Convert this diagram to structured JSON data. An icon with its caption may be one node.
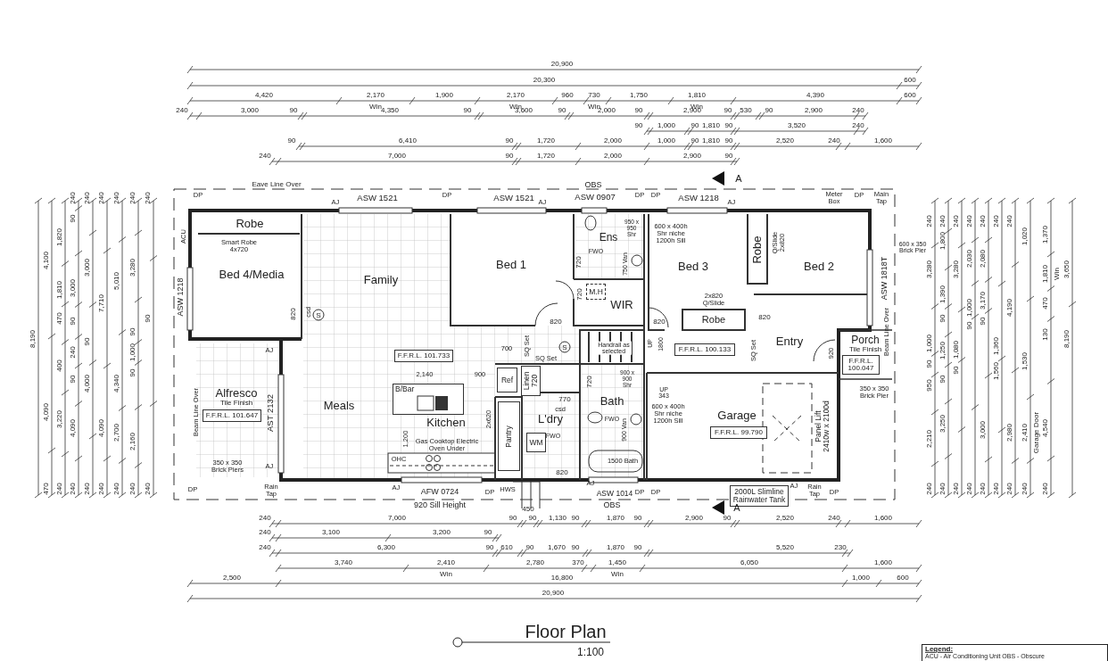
{
  "diagram": {
    "title": "Floor Plan",
    "caption": "1:100",
    "nodes": [
      {
        "text": [
          "Robe"
        ]
      },
      {
        "text": [
          "Bed 4/Media"
        ]
      },
      {
        "text": [
          "Family"
        ]
      },
      {
        "text": [
          "Bed 1"
        ]
      },
      {
        "text": [
          "Ens"
        ]
      },
      {
        "text": [
          "WIR"
        ]
      },
      {
        "text": [
          "Bed 3"
        ]
      },
      {
        "text": [
          "Robe"
        ]
      },
      {
        "text": [
          "Bed 2"
        ]
      },
      {
        "text": [
          "Robe"
        ]
      },
      {
        "text": [
          "Entry"
        ]
      },
      {
        "text": [
          "Porch",
          "Tile Finish"
        ]
      },
      {
        "text": [
          "Alfresco",
          "Tile Finish"
        ]
      },
      {
        "text": [
          "Meals"
        ]
      },
      {
        "text": [
          "Kitchen"
        ]
      },
      {
        "text": [
          "Ref"
        ]
      },
      {
        "text": [
          "Linen",
          "720"
        ]
      },
      {
        "text": [
          "Pantry"
        ]
      },
      {
        "text": [
          "L'dry"
        ]
      },
      {
        "text": [
          "Bath"
        ]
      },
      {
        "text": [
          "Garage"
        ]
      },
      {
        "text": [
          "WM"
        ]
      },
      {
        "text": [
          "M.H"
        ]
      },
      {
        "text": [
          "F.F.R.L. 101.733"
        ]
      },
      {
        "text": [
          "F.F.R.L. 100.133"
        ]
      },
      {
        "text": [
          "F.F.R.L. 101.647"
        ]
      },
      {
        "text": [
          "F.F.R.L. 100.047"
        ]
      },
      {
        "text": [
          "F.F.R.L. 99.790"
        ]
      },
      {
        "text": [
          "B/Bar"
        ]
      },
      {
        "text": [
          "2000L Slimline Rainwater Tank"
        ]
      }
    ],
    "labels": [
      "20,900",
      "20,300",
      "600",
      "4,420",
      "2,170",
      "Win",
      "1,900",
      "2,170",
      "Win",
      "960",
      "730",
      "Win",
      "1,750",
      "1,810",
      "Win",
      "4,390",
      "600",
      "240",
      "3,000",
      "90",
      "4,350",
      "90",
      "3,600",
      "90",
      "2,000",
      "90",
      "2,900",
      "90",
      "530",
      "90",
      "2,900",
      "240",
      "90",
      "1,000",
      "90",
      "1,810",
      "90",
      "3,520",
      "240",
      "90",
      "6,410",
      "90",
      "1,720",
      "2,000",
      "1,000",
      "90",
      "1,810",
      "90",
      "2,520",
      "240",
      "1,600",
      "240",
      "7,000",
      "90",
      "1,720",
      "2,000",
      "2,900",
      "90",
      "Eave Line Over",
      "DP",
      "AJ",
      "ASW 1521",
      "DP",
      "ASW 1521",
      "AJ",
      "OBS",
      "ASW 0907",
      "DP",
      "DP",
      "ASW 1218",
      "AJ",
      "A",
      "Meter Box",
      "DP",
      "Main Tap",
      "ACU",
      "ASW 1218",
      "Smart Robe 4x720",
      "820",
      "csd",
      "S",
      "950 x 950 Shr",
      "FWO",
      "720",
      "750 Van",
      "600 x 400h Shr niche 1200h Sill",
      "720",
      "820",
      "820",
      "2x820 Q/Slide",
      "Q/Slide 2x820",
      "820",
      "600 x 350 Brick Pier",
      "ASW 1818T",
      "Beam Line Over",
      "700",
      "SQ Set",
      "S",
      "SQ Set",
      "Handrail as selected",
      "UP",
      "1800",
      "SQ Set",
      "920",
      "350 x 350 Brick Pier",
      "AJ",
      "Beam Line Over",
      "AST 2132",
      "2,140",
      "900",
      "720",
      "770",
      "csd",
      "900 x 900 Shr",
      "UP 343",
      "600 x 400h Shr niche 1200h Sill",
      "FWO",
      "900 Van",
      "1500 Bath",
      "1,200",
      "Gas Cooktop Electric Oven Under",
      "OHC",
      "2x620",
      "FWO",
      "820",
      "Panel Lift 2410w x 2100d",
      "350 x 350 Brick Piers",
      "AJ",
      "DP",
      "Rain Tap",
      "AJ",
      "AFW 0724",
      "920 Sill Height",
      "DP",
      "HWS",
      "AJ",
      "ASW 1014",
      "OBS",
      "DP",
      "DP",
      "AJ",
      "Rain Tap",
      "DP",
      "A",
      "8,190",
      "4,100",
      "4,090",
      "470",
      "1,820",
      "1,810",
      "470",
      "400",
      "3,220",
      "240",
      "240",
      "90",
      "3,000",
      "90",
      "240",
      "90",
      "4,090",
      "240",
      "240",
      "3,000",
      "90",
      "4,000",
      "240",
      "240",
      "7,710",
      "4,090",
      "240",
      "240",
      "5,010",
      "4,340",
      "2,700",
      "240",
      "240",
      "3,280",
      "90",
      "1,000",
      "90",
      "2,160",
      "240",
      "240",
      "90",
      "240",
      "240",
      "3,280",
      "1,000",
      "90",
      "950",
      "2,210",
      "240",
      "240",
      "1,800",
      "1,390",
      "90",
      "1,250",
      "90",
      "3,250",
      "240",
      "240",
      "3,280",
      "1,080",
      "90",
      "240",
      "240",
      "2,030",
      "1,000",
      "90",
      "240",
      "240",
      "2,080",
      "3,170",
      "90",
      "3,000",
      "240",
      "240",
      "1,360",
      "1,560",
      "240",
      "240",
      "4,190",
      "2,980",
      "240",
      "1,020",
      "1,530",
      "2,410",
      "Garage Door",
      "240",
      "1,370",
      "1,810",
      "Win",
      "470",
      "130",
      "4,540",
      "240",
      "3,650",
      "8,190",
      "240",
      "7,000",
      "90",
      "450",
      "90",
      "1,130",
      "90",
      "1,870",
      "90",
      "2,900",
      "90",
      "2,520",
      "240",
      "1,600",
      "240",
      "3,100",
      "3,200",
      "90",
      "240",
      "6,300",
      "90",
      "610",
      "90",
      "1,670",
      "90",
      "1,870",
      "90",
      "5,520",
      "230",
      "3,740",
      "2,410",
      "Win",
      "2,780",
      "370",
      "1,450",
      "Win",
      "6,050",
      "1,600",
      "2,500",
      "16,800",
      "1,000",
      "600",
      "20,900",
      "Legend:",
      "ACU - Air Conditioning Unit OBS - Obscure"
    ]
  }
}
